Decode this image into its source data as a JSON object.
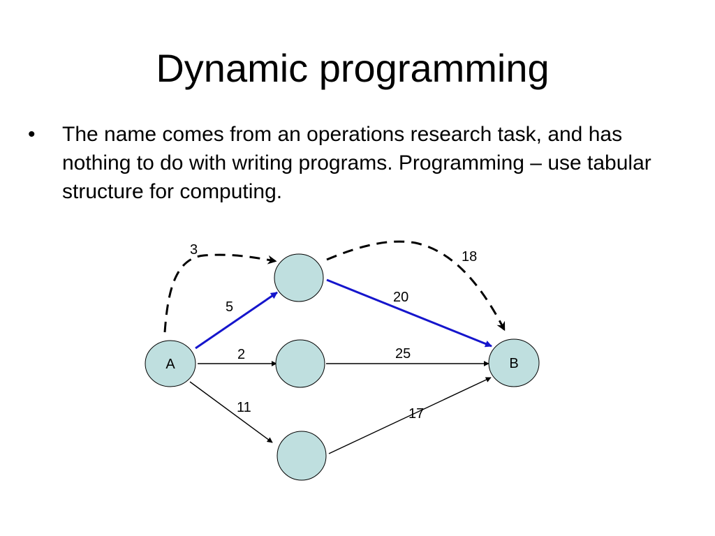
{
  "slide": {
    "title": "Dynamic programming",
    "bullet_symbol": "•",
    "bullet_text": "The name comes from an operations research task, and has nothing to do with writing programs. Programming – use tabular structure for computing."
  },
  "diagram": {
    "node_fill": "#bfdfdf",
    "highlight_color": "#1515cc",
    "edge_color": "#000000",
    "nodes": {
      "a": "A",
      "b": "B",
      "top": "",
      "middle": "",
      "bottom": ""
    },
    "edge_labels": {
      "dashed_a_top": "3",
      "dashed_top_b": "18",
      "a_top": "5",
      "top_b": "20",
      "a_middle": "2",
      "middle_b": "25",
      "a_bottom": "11",
      "bottom_b": "17"
    }
  }
}
